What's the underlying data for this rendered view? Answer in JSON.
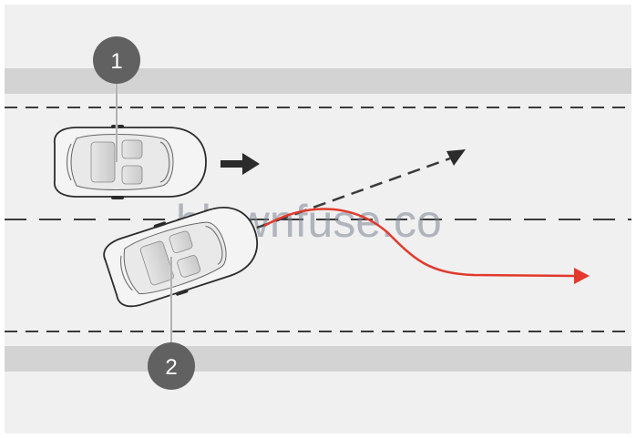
{
  "colors": {
    "road": "#f0f0f0",
    "shoulder": "#d3d3d3",
    "lane_marking": "#3a3a3a",
    "avoid_path": "#e2392c",
    "callout": "#616161",
    "car_body": "#f4f4f4",
    "car_outline": "#2b2b2b"
  },
  "callouts": {
    "vehicle_1": "1",
    "vehicle_2": "2"
  },
  "watermark": "blownfuse.co",
  "icons": {
    "direction_arrow": "arrow-right-icon",
    "predicted_path": "dashed-arrow-icon",
    "avoidance_path": "red-arrow-icon"
  }
}
